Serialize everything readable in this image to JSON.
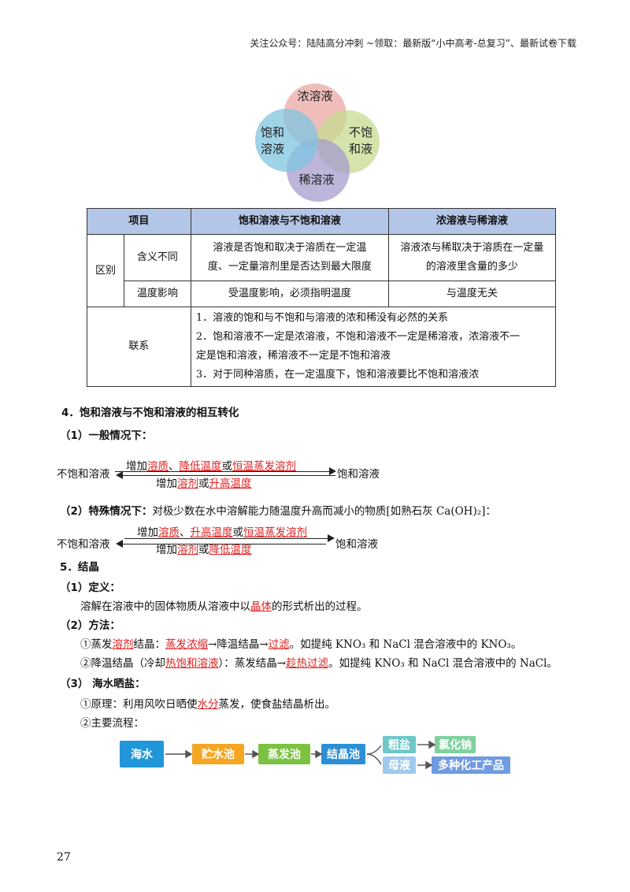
{
  "header": "关注公众号：陆陆高分冲刺 ~领取：最新版“小中高考-总复习”、最新试卷下载",
  "venn": {
    "top": "浓溶液",
    "left_1": "饱和",
    "left_2": "溶液",
    "right_1": "不饱",
    "right_2": "和液",
    "bottom": "稀溶液",
    "colors": {
      "top": "#e9a8a4",
      "left": "#7fc4e0",
      "right": "#c6db8f",
      "bottom": "#a79ccd"
    }
  },
  "table": {
    "headers": [
      "项目",
      "饱和溶液与不饱和溶液",
      "浓溶液与稀溶液"
    ],
    "group": "区别",
    "rows": [
      {
        "item": "含义不同",
        "col1_1": "溶液是否饱和取决于溶质在一定温",
        "col1_2": "度、一定量溶剂里是否达到最大限度",
        "col2_1": "溶液浓与稀取决于溶质在一定量",
        "col2_2": "的溶液里含量的多少"
      },
      {
        "item": "温度影响",
        "col1": "受温度影响，必须指明温度",
        "col2": "与温度无关"
      }
    ],
    "relation_label": "联系",
    "relation_lines": [
      "1．溶液的饱和与不饱和与溶液的浓和稀没有必然的关系",
      "2．饱和溶液不一定是浓溶液，不饱和溶液不一定是稀溶液，浓溶液不一",
      "定是饱和溶液，稀溶液不一定是不饱和溶液",
      "3．对于同种溶质，在一定温度下，饱和溶液要比不饱和溶液浓"
    ]
  },
  "sec4": {
    "title": "4．饱和溶液与不饱和溶液的相互转化",
    "sub1": "（1）一般情况下：",
    "sub2_bold": "（2）特殊情况下：",
    "sub2_text": "对极少数在水中溶解能力随温度升高而减小的物质[如熟石灰 Ca(OH)₂]：",
    "unsat": "不饱和溶液",
    "sat": "饱和溶液",
    "f1_top": {
      "a": "增加",
      "b": "溶质",
      "c": "、",
      "d": "降低温度",
      "e": "或",
      "f": "恒温蒸发溶剂"
    },
    "f1_bot": {
      "a": "增加",
      "b": "溶剂",
      "c": "或",
      "d": "升高温度"
    },
    "f2_top": {
      "a": "增加",
      "b": "溶质",
      "c": "、",
      "d": "升高温度",
      "e": "或",
      "f": "恒温蒸发溶剂"
    },
    "f2_bot": {
      "a": "增加",
      "b": "溶剂",
      "c": "或",
      "d": "降低温度"
    }
  },
  "sec5": {
    "title": "5．结晶",
    "def_title": "（1）定义：",
    "def": {
      "a": "溶解在溶液中的固体物质从溶液中以",
      "b": "晶体",
      "c": "的形式析出的过程。"
    },
    "method_title": "（2）方法：",
    "m1": {
      "a": "①蒸发",
      "b": "溶剂",
      "c": "结晶：",
      "d": "蒸发浓缩",
      "e": "→降温结晶→",
      "f": "过滤",
      "g": "。如提纯 KNO₃ 和 NaCl 混合溶液中的 KNO₃。"
    },
    "m2": {
      "a": "②降温结晶（冷却",
      "b": "热饱和溶液",
      "c": "）：蒸发结晶→",
      "d": "趁热过滤",
      "e": "。如提纯 KNO₃ 和 NaCl 混合溶液中的 NaCl。"
    },
    "sea_title": "（3） 海水晒盐：",
    "principle": {
      "a": "①原理：利用风吹日晒使",
      "b": "水分",
      "c": "蒸发，使食盐结晶析出。"
    },
    "flow_title": "②主要流程："
  },
  "flow": {
    "seawater": "海水",
    "storage": "贮水池",
    "evap": "蒸发池",
    "cryst": "结晶池",
    "crude": "粗盐",
    "mother": "母液",
    "nacl": "氯化钠",
    "products": "多种化工产品",
    "colors": {
      "seawater": "#2196d9",
      "storage": "#f5a623",
      "evap": "#7cc242",
      "cryst": "#2b8fd6",
      "crude": "#6ec8c8",
      "mother": "#9fc9ee",
      "nacl": "#7fd1a0",
      "products": "#6f9be0"
    }
  },
  "page_number": "27"
}
